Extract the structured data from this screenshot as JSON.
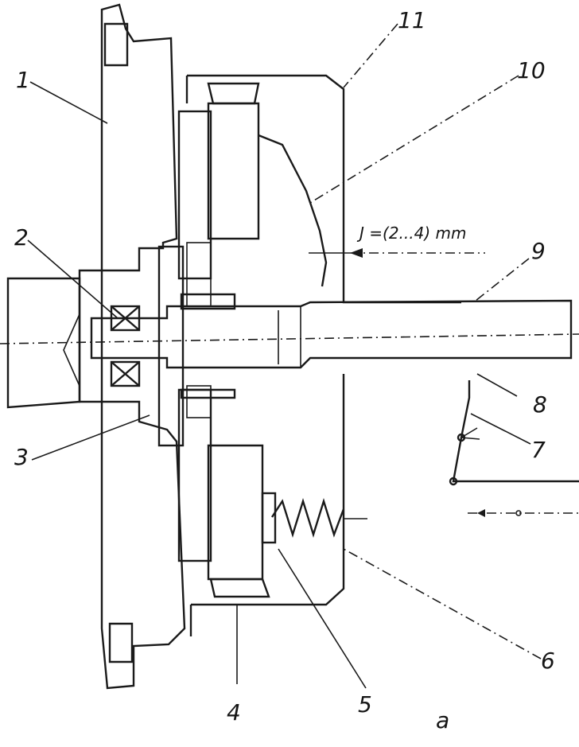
{
  "figure": {
    "labels": {
      "l1": "1",
      "l2": "2",
      "l3": "3",
      "l4": "4",
      "l5": "5",
      "l6": "6",
      "l7": "7",
      "l8": "8",
      "l9": "9",
      "l10": "10",
      "l11": "11"
    },
    "gap_annotation": "J =(2...4) mm",
    "panel_letter": "a"
  },
  "colors": {
    "ink": "#1a1a1a",
    "paper": "#ffffff"
  }
}
